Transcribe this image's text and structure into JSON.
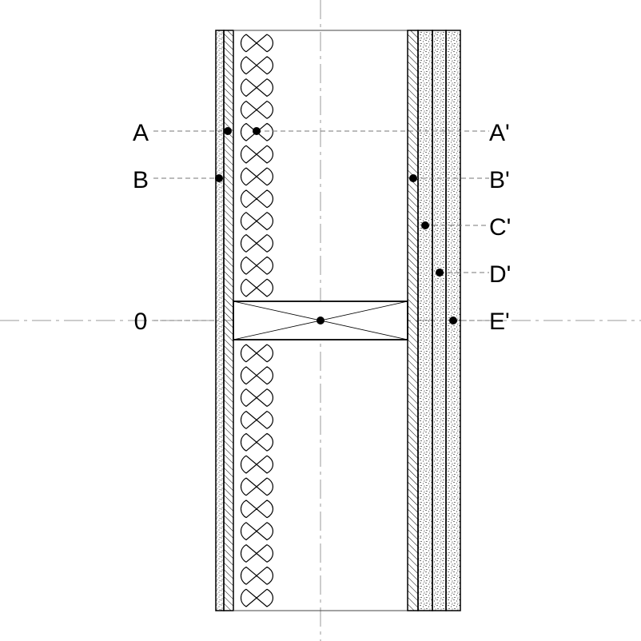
{
  "labels": {
    "left": {
      "a": "A",
      "b": "B",
      "zero": "0"
    },
    "right": {
      "a": "A'",
      "b": "B'",
      "c": "C'",
      "d": "D'",
      "e": "E'"
    }
  }
}
